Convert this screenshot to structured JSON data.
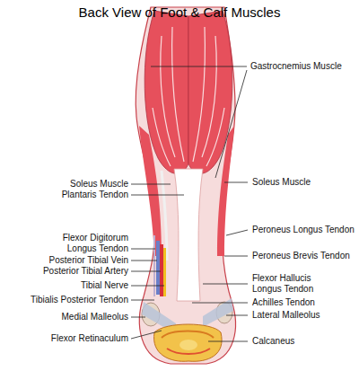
{
  "diagram": {
    "title": "Back View of Foot & Calf Muscles",
    "labels": [
      "Gastrocnemius Muscle",
      "Soleus Muscle",
      "Soleus Muscle",
      "Plantaris Tendon",
      "Flexor Digitorum Longus Tendon",
      "Peroneus Longus Tendon",
      "Posterior Tibial Vein",
      "Peroneus Brevis Tendon",
      "Posterior Tibial Artery",
      "Flexor Hallucis Longus Tendon",
      "Tibial Nerve",
      "Achilles Tendon",
      "Tibialis Posterior Tendon",
      "Lateral Malleolus",
      "Medial Malleolus",
      "Flexor Retinaculum",
      "Calcaneus"
    ]
  }
}
